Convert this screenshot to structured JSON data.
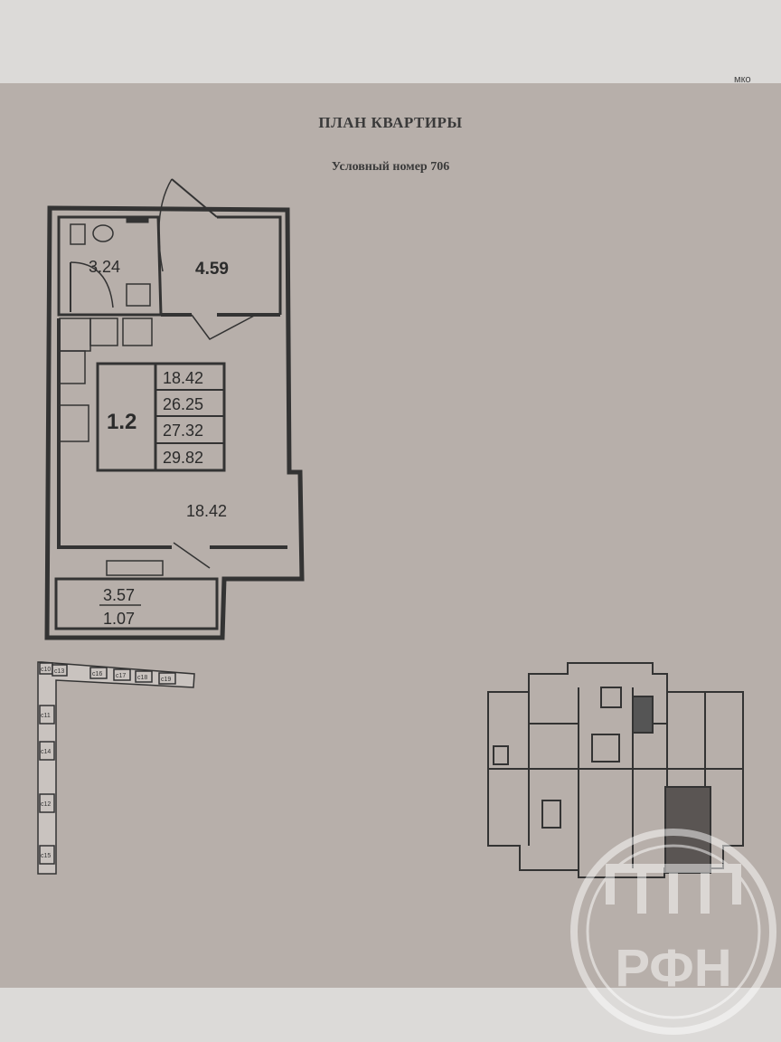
{
  "corner_mark": "мко",
  "title": "ПЛАН КВАРТИРЫ",
  "subtitle": "Условный номер 706",
  "rooms": {
    "bathroom": "3.24",
    "hall": "4.59",
    "living": "18.42",
    "balcony": "3.57",
    "balcony_reduced": "1.07"
  },
  "summary": {
    "rooms_count": "1.2",
    "areas": [
      "18.42",
      "26.25",
      "27.32",
      "29.82"
    ]
  },
  "sections": [
    "c10",
    "c13",
    "c16",
    "c17",
    "c18",
    "c19",
    "c11",
    "c14",
    "c12",
    "c15"
  ],
  "watermark": "РФН"
}
